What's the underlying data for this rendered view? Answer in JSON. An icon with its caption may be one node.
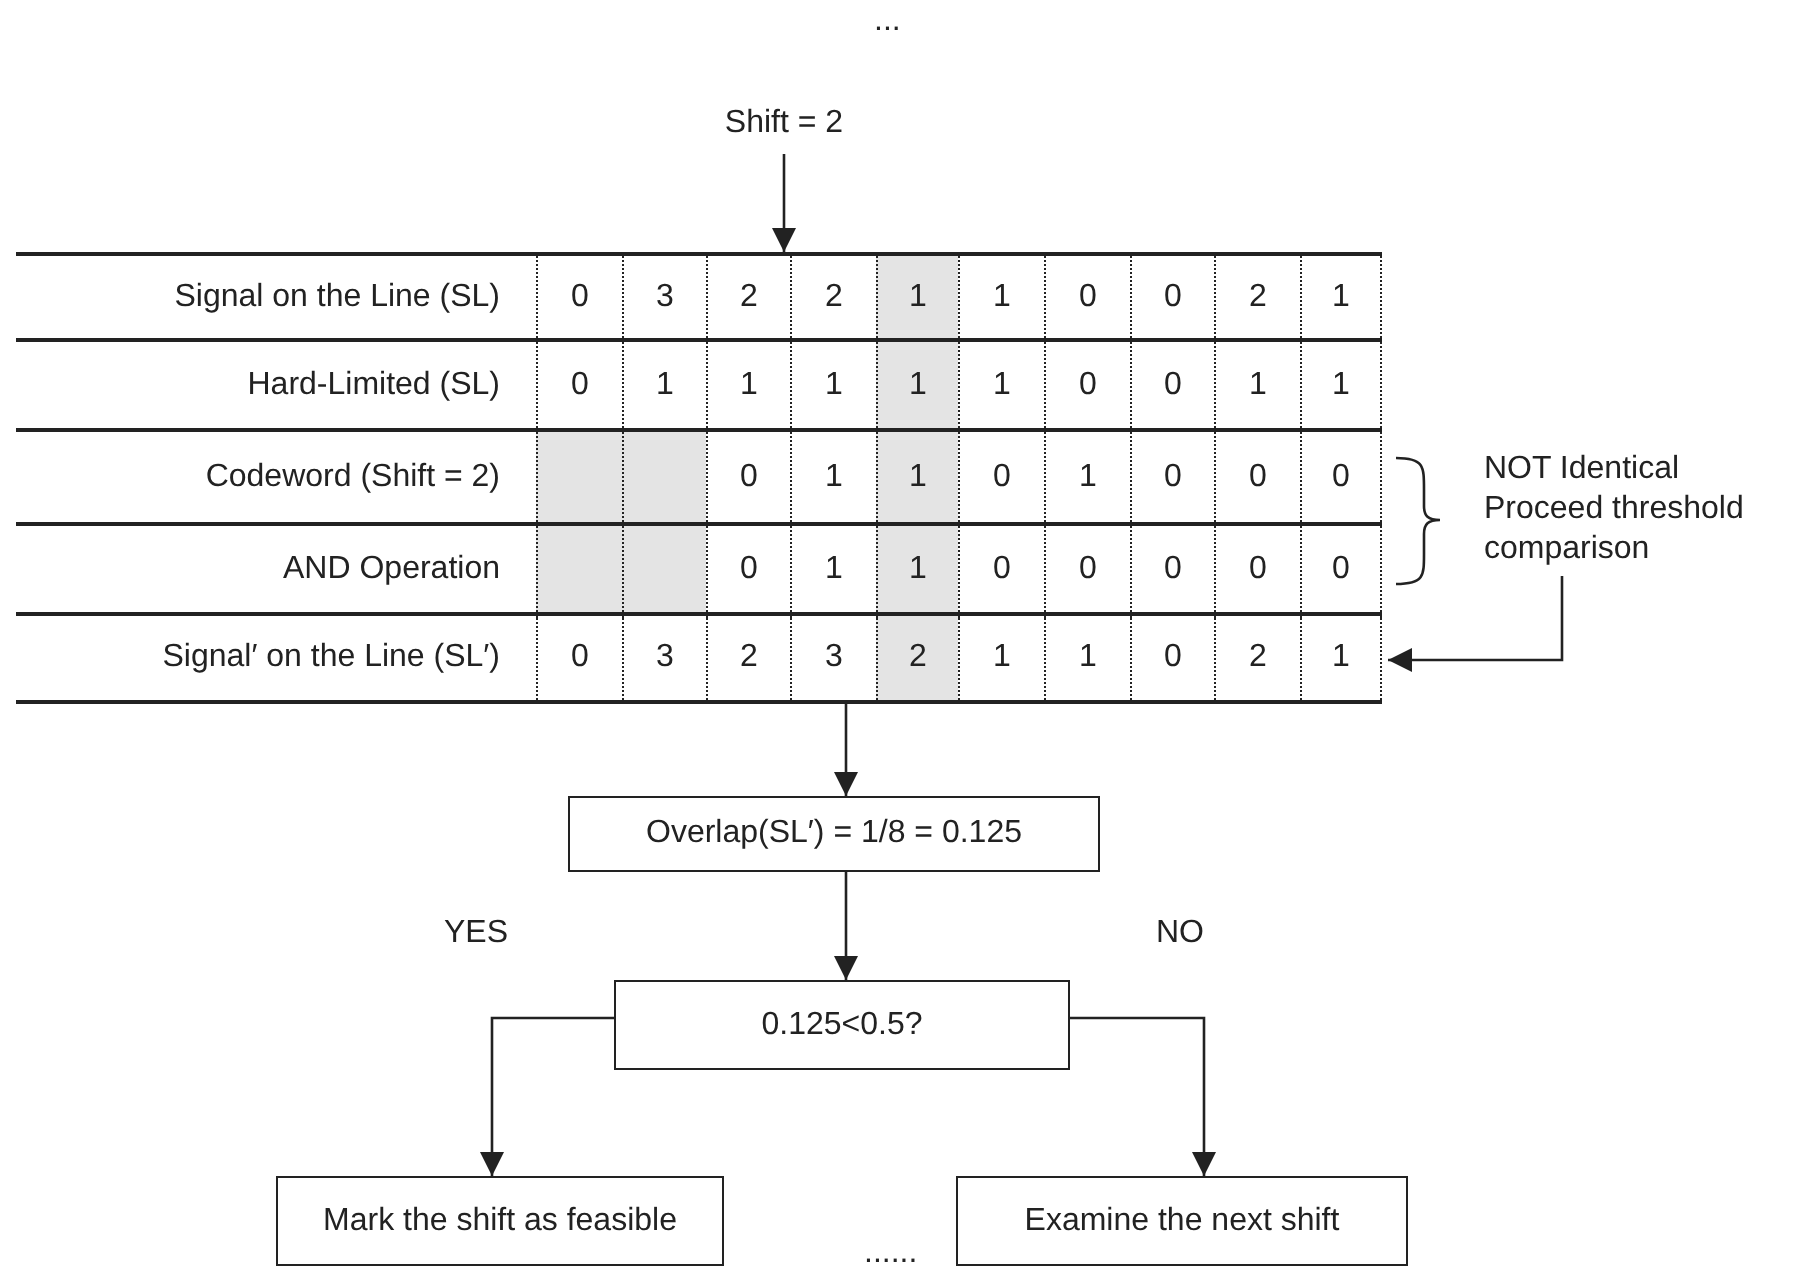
{
  "diagram": {
    "nodes": [
      {
        "text": [
          "Shift = 2"
        ]
      },
      {
        "text": [
          "Signal on the Line (SL)",
          "0",
          "3",
          "2",
          "2",
          "1",
          "1",
          "0",
          "0",
          "2",
          "1"
        ]
      },
      {
        "text": [
          "Hard-Limited (SL)",
          "0",
          "1",
          "1",
          "1",
          "1",
          "1",
          "0",
          "0",
          "1",
          "1"
        ]
      },
      {
        "text": [
          "Codeword (Shift = 2)",
          "0",
          "1",
          "1",
          "0",
          "1",
          "0",
          "0",
          "0"
        ]
      },
      {
        "text": [
          "AND Operation",
          "0",
          "1",
          "1",
          "0",
          "0",
          "0",
          "0",
          "0"
        ]
      },
      {
        "text": [
          "Signal′ on the Line (SL′)",
          "0",
          "3",
          "2",
          "3",
          "2",
          "1",
          "1",
          "0",
          "2",
          "1"
        ]
      },
      {
        "text": [
          "NOT Identical Proceed threshold comparison"
        ]
      },
      {
        "text": [
          "Overlap(SL′) = 1/8 = 0.125"
        ]
      },
      {
        "text": [
          "0.125<0.5?"
        ]
      },
      {
        "text": [
          "Mark the shift as feasible"
        ]
      },
      {
        "text": [
          "Examine the next shift"
        ]
      }
    ],
    "edges": [
      {
        "from": 0,
        "to": 1,
        "arrow": "to"
      },
      {
        "from": 6,
        "to": 5,
        "arrow": "to"
      },
      {
        "from": 5,
        "to": 7,
        "arrow": "to"
      },
      {
        "from": 7,
        "to": 8,
        "arrow": "to"
      },
      {
        "from": 8,
        "to": 9,
        "label": "YES",
        "arrow": "to"
      },
      {
        "from": 8,
        "to": 10,
        "label": "NO",
        "arrow": "to"
      }
    ],
    "labels": [
      "...",
      "......"
    ]
  }
}
